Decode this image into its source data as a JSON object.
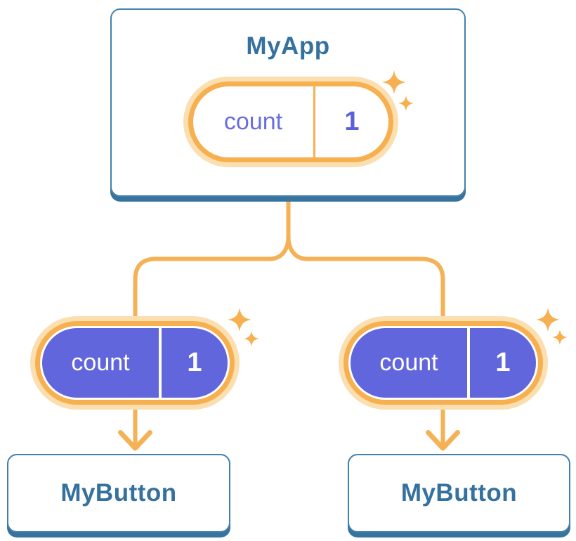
{
  "diagram": {
    "root": {
      "title": "MyApp",
      "state": {
        "label": "count",
        "value": "1"
      }
    },
    "children": [
      {
        "title": "MyButton",
        "state": {
          "label": "count",
          "value": "1"
        }
      },
      {
        "title": "MyButton",
        "state": {
          "label": "count",
          "value": "1"
        }
      }
    ],
    "colors": {
      "card_border_blue": "#4380AC",
      "card_shadow_blue": "#36749E",
      "heading_text_blue": "#35719E",
      "connector_orange": "#F5B156",
      "ring_orange": "#F7B04F",
      "ring_pale_orange": "#FBDFB0",
      "pill_purple": "#6166DC",
      "root_state_text_purple": "#6A6EDC",
      "root_value_text_purple": "#5B60D9"
    }
  }
}
